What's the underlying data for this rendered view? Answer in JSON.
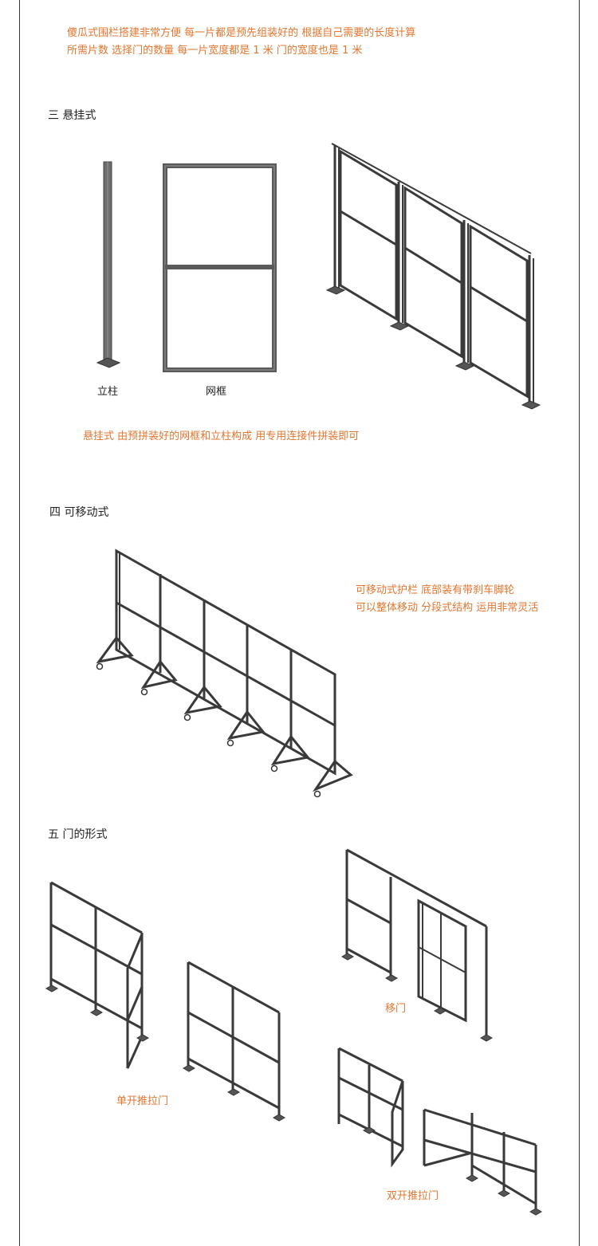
{
  "intro": {
    "line1": "傻瓜式围栏搭建非常方便 每一片都是预先组装好的  根据自己需要的长度计算",
    "line2": "所需片数  选择门的数量   每一片宽度都是 1 米  门的宽度也是 1 米"
  },
  "section3": {
    "title": "三  悬挂式",
    "label_post": "立柱",
    "label_frame": "网框",
    "description": "悬挂式  由预拼装好的网框和立柱构成  用专用连接件拼装即可"
  },
  "section4": {
    "title": "四  可移动式",
    "desc_line1": "可移动式护栏 底部装有带刹车脚轮",
    "desc_line2": "可以整体移动  分段式结构 运用非常灵活"
  },
  "section5": {
    "title": "五  门的形式",
    "label_single": "单开推拉门",
    "label_sliding": "移门",
    "label_double": "双开推拉门"
  },
  "colors": {
    "accent": "#e2762f",
    "frame": "#3a3a3a",
    "text": "#222222"
  }
}
